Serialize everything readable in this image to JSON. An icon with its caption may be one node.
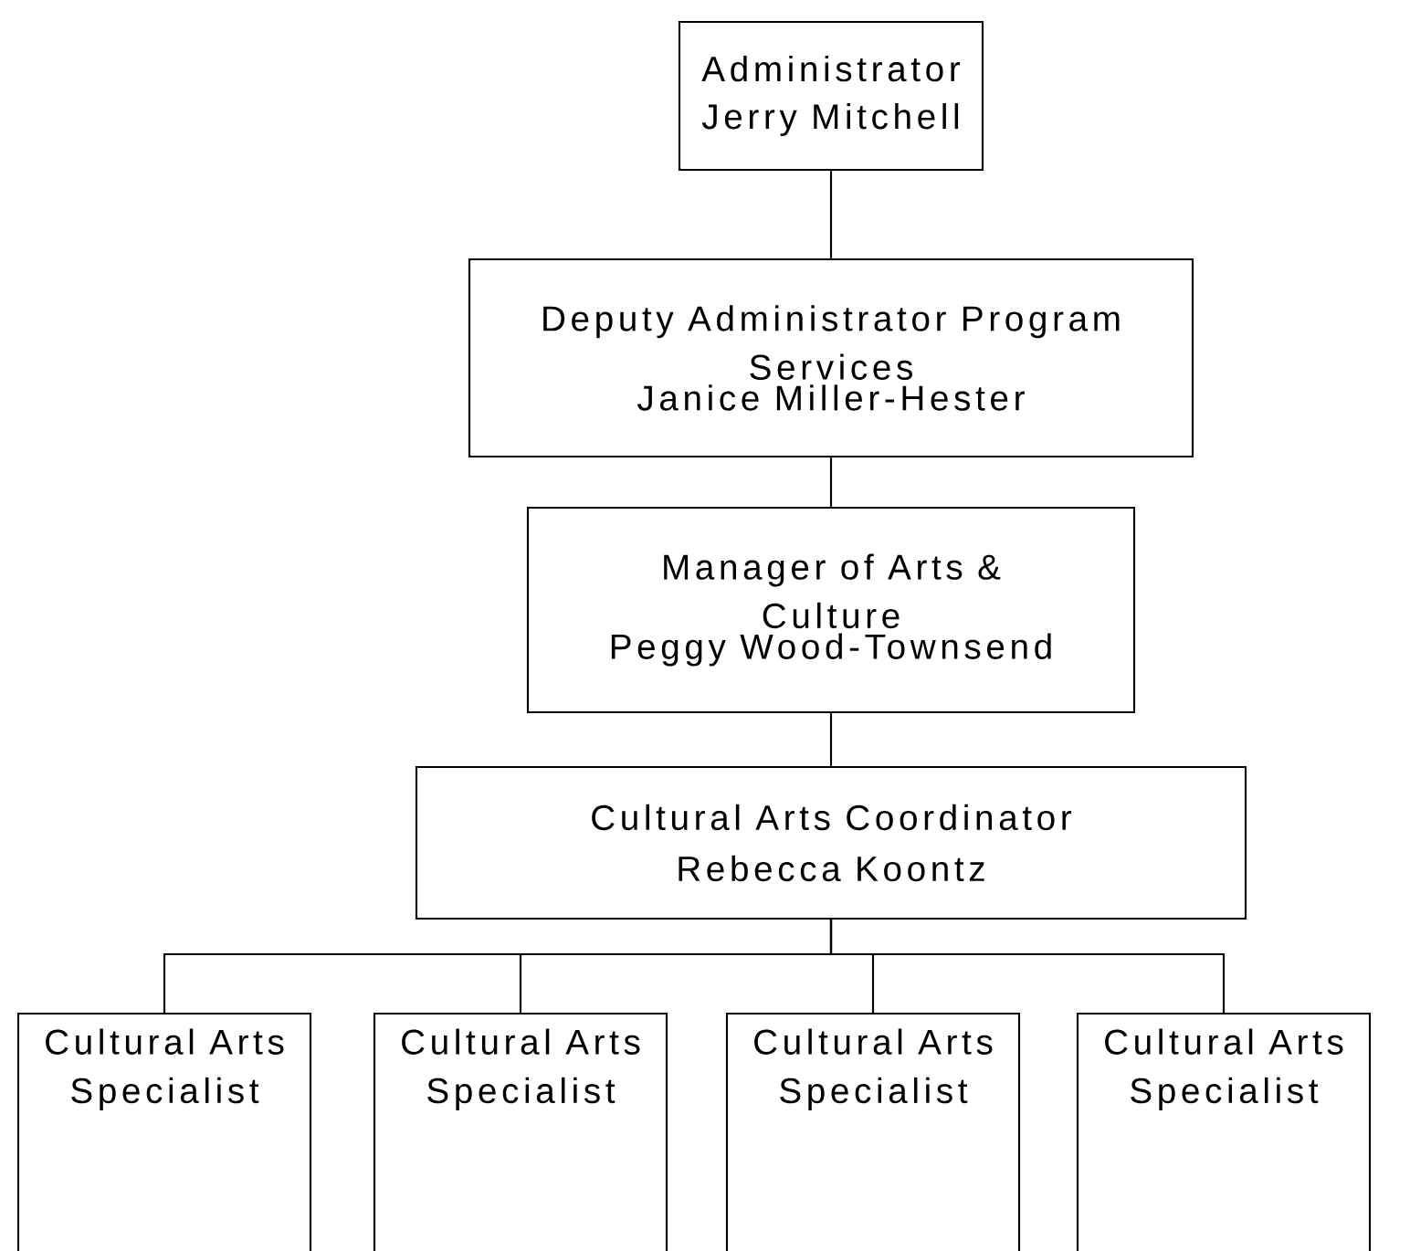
{
  "diagram": {
    "nodes": [
      {
        "text": [
          "Administrator",
          "Jerry Mitchell"
        ]
      },
      {
        "text": [
          "Deputy Administrator Program Services",
          "Janice Miller-Hester"
        ]
      },
      {
        "text": [
          "Manager of Arts & Culture",
          "Peggy Wood-Townsend"
        ]
      },
      {
        "text": [
          "Cultural Arts Coordinator",
          "Rebecca Koontz"
        ]
      },
      {
        "text": [
          "Cultural Arts Specialist"
        ]
      },
      {
        "text": [
          "Cultural Arts Specialist"
        ]
      },
      {
        "text": [
          "Cultural Arts Specialist"
        ]
      },
      {
        "text": [
          "Cultural Arts Specialist"
        ]
      }
    ],
    "edges": [
      {
        "from": 0,
        "to": 1,
        "arrow": "none"
      },
      {
        "from": 1,
        "to": 2,
        "arrow": "none"
      },
      {
        "from": 2,
        "to": 3,
        "arrow": "none"
      },
      {
        "from": 3,
        "to": 4,
        "arrow": "none"
      },
      {
        "from": 3,
        "to": 5,
        "arrow": "none"
      },
      {
        "from": 3,
        "to": 6,
        "arrow": "none"
      },
      {
        "from": 3,
        "to": 7,
        "arrow": "none"
      }
    ]
  }
}
